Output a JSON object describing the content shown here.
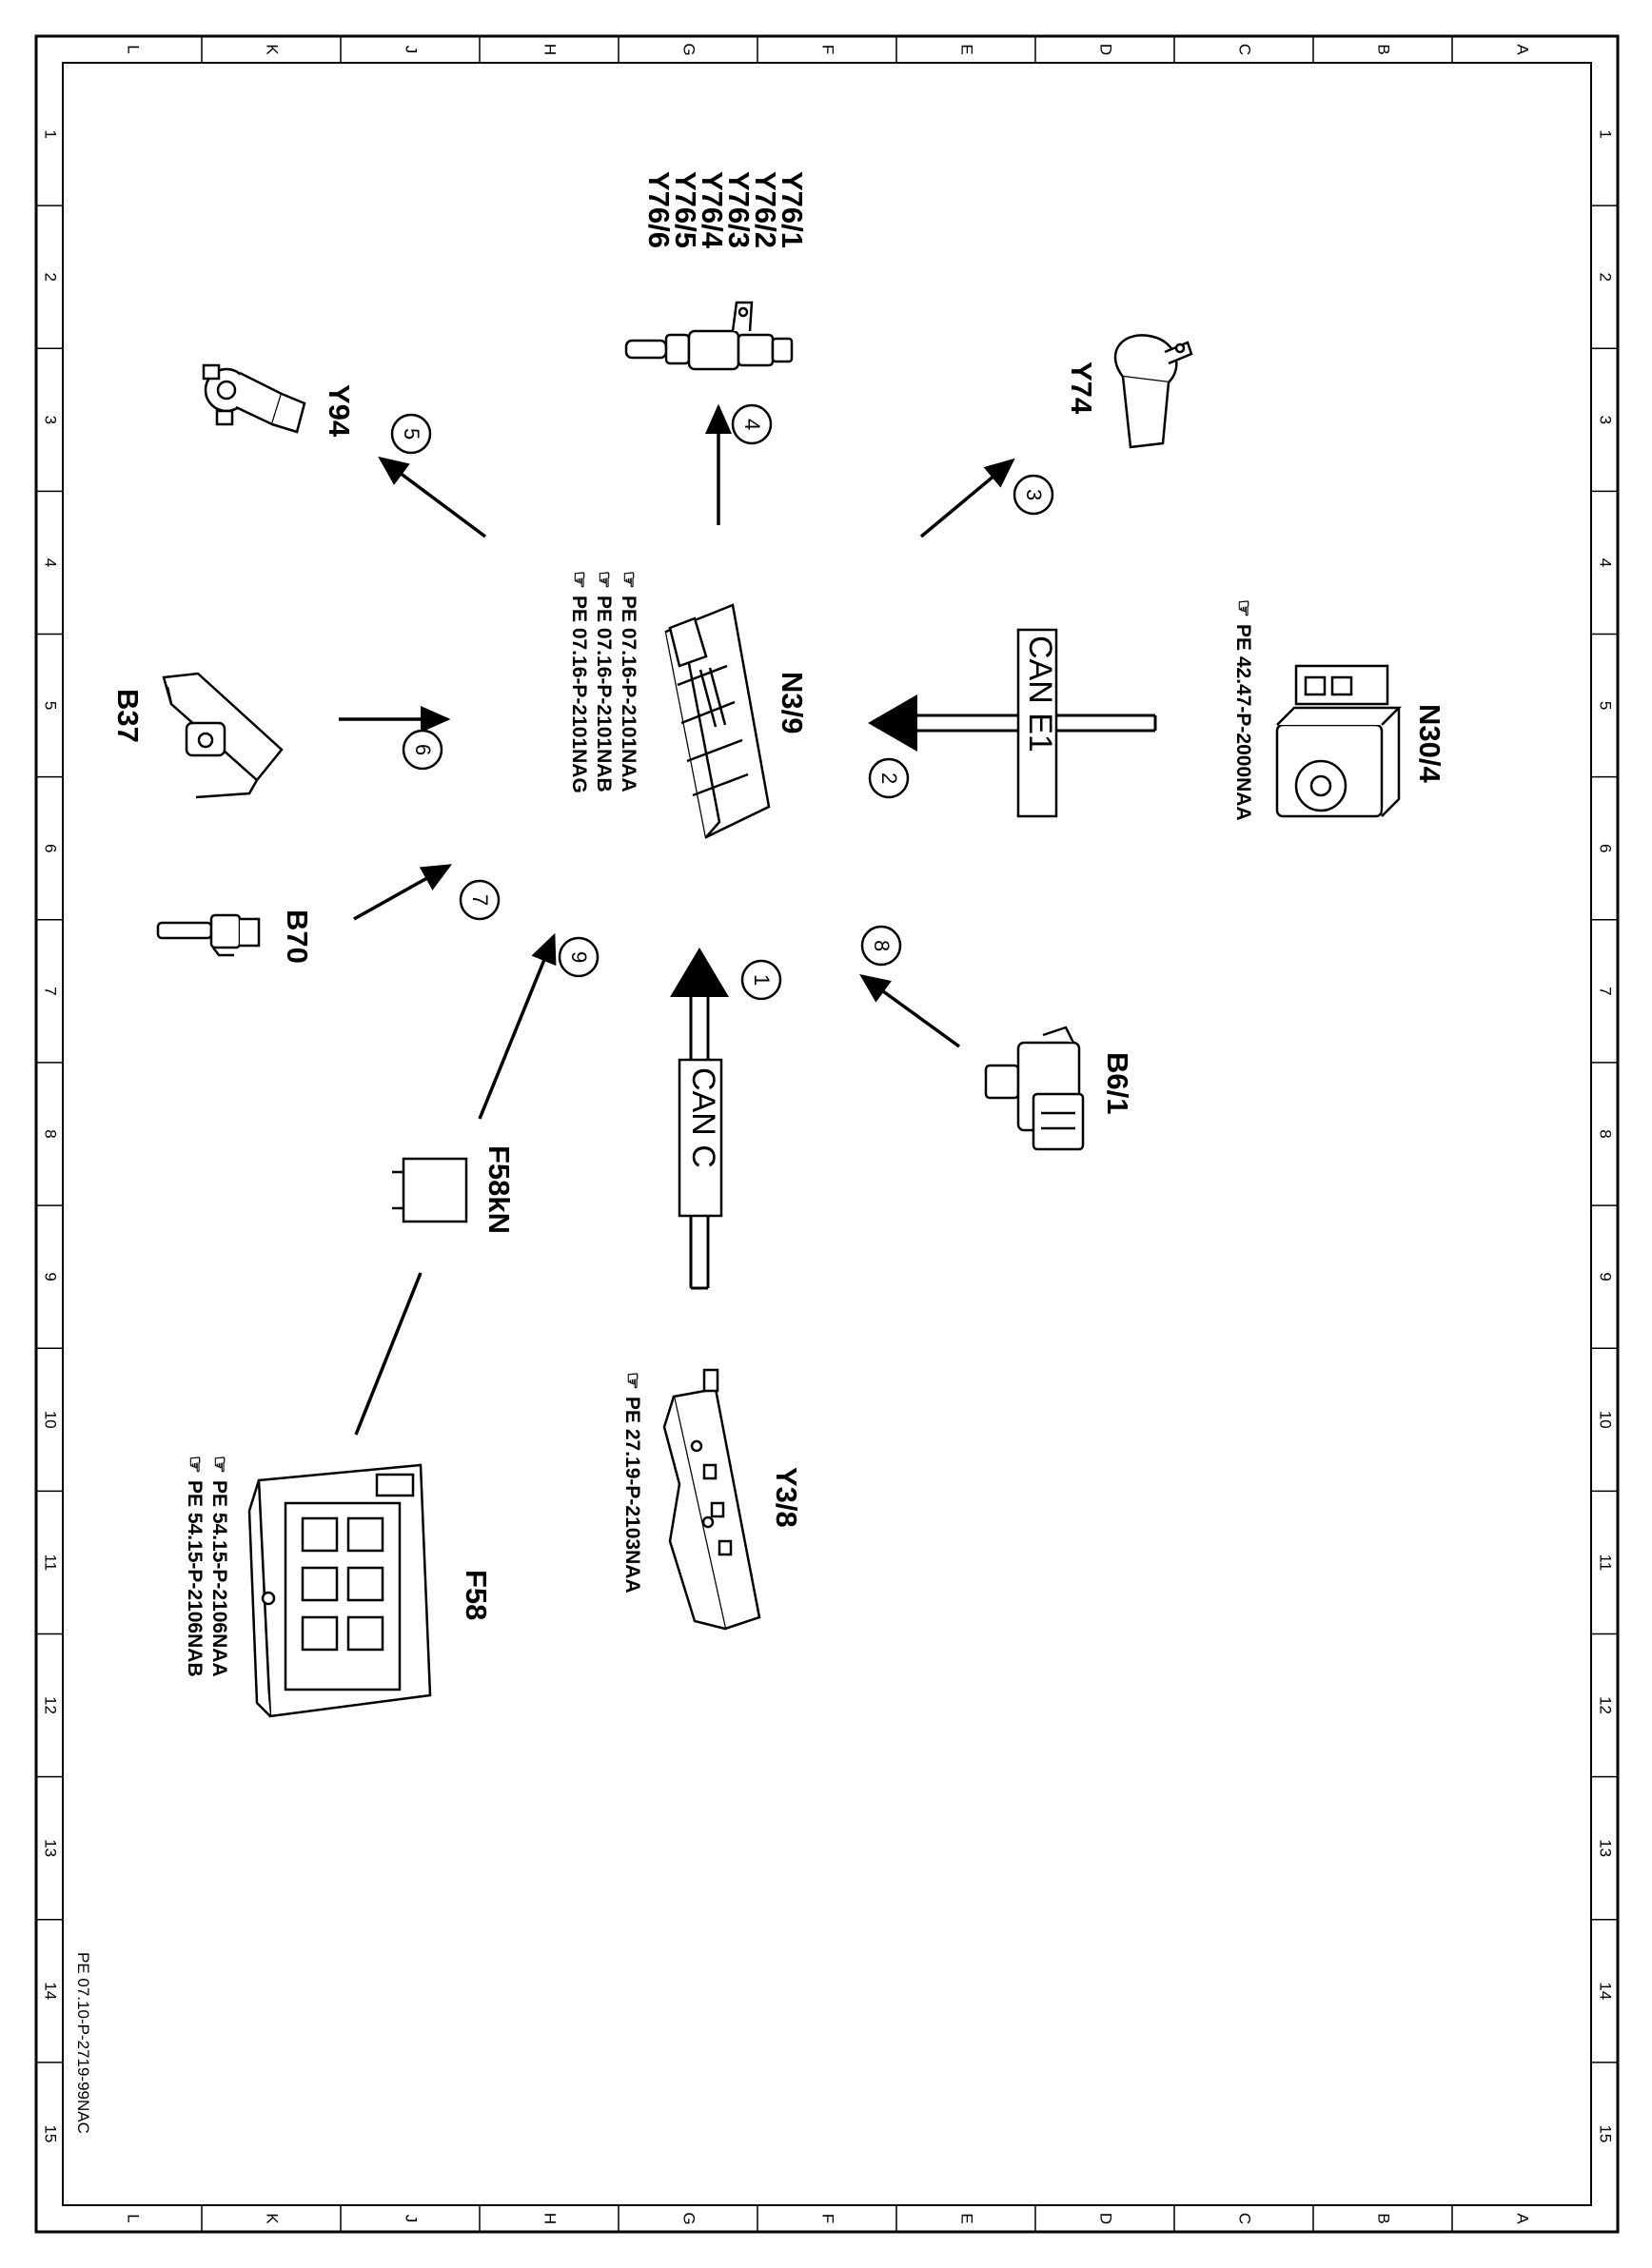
{
  "sheet": {
    "columns": [
      "L",
      "K",
      "J",
      "H",
      "G",
      "F",
      "E",
      "D",
      "C",
      "B",
      "A"
    ],
    "rows": [
      "1",
      "2",
      "3",
      "4",
      "5",
      "6",
      "7",
      "8",
      "9",
      "10",
      "11",
      "12",
      "13",
      "14",
      "15"
    ],
    "document_code": "PE 07.10-P-2719-99NAC"
  },
  "components": {
    "n3_9": "N3/9",
    "y76": [
      "Y76/1",
      "Y76/2",
      "Y76/3",
      "Y76/4",
      "Y76/5",
      "Y76/6"
    ],
    "y74": "Y74",
    "y94": "Y94",
    "n30_4": "N30/4",
    "b37": "B37",
    "b70": "B70",
    "b6_1": "B6/1",
    "f58kn": "F58kN",
    "f58": "F58",
    "y3_8": "Y3/8"
  },
  "references": {
    "n3_9": [
      "PE 07.16-P-2101NAA",
      "PE 07.16-P-2101NAB",
      "PE 07.16-P-2101NAG"
    ],
    "n30_4": [
      "PE 42.47-P-2000NAA"
    ],
    "f58": [
      "PE 54.15-P-2106NAA",
      "PE 54.15-P-2106NAB"
    ],
    "y3_8": [
      "PE 27.19-P-2103NAA"
    ]
  },
  "buses": {
    "can_e1": "CAN E1",
    "can_c": "CAN C"
  },
  "signals": [
    "1",
    "2",
    "3",
    "4",
    "5",
    "6",
    "7",
    "8",
    "9"
  ]
}
